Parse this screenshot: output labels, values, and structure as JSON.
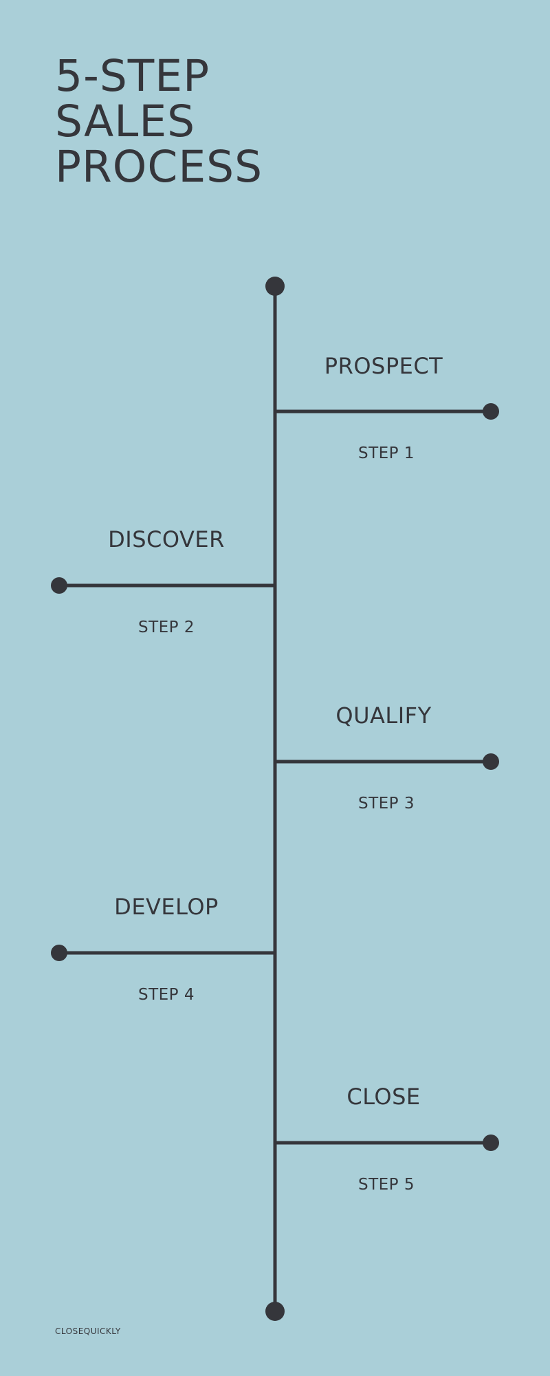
{
  "title_lines": [
    "5-STEP",
    "SALES",
    "PROCESS"
  ],
  "steps": [
    {
      "name": "PROSPECT",
      "label": "STEP 1",
      "side": "right"
    },
    {
      "name": "DISCOVER",
      "label": "STEP 2",
      "side": "left"
    },
    {
      "name": "QUALIFY",
      "label": "STEP 3",
      "side": "right"
    },
    {
      "name": "DEVELOP",
      "label": "STEP 4",
      "side": "left"
    },
    {
      "name": "CLOSE",
      "label": "STEP 5",
      "side": "right"
    }
  ],
  "brand": "CLOSEQUICKLY",
  "colors": {
    "background": "#aacfd8",
    "ink": "#35363b"
  }
}
